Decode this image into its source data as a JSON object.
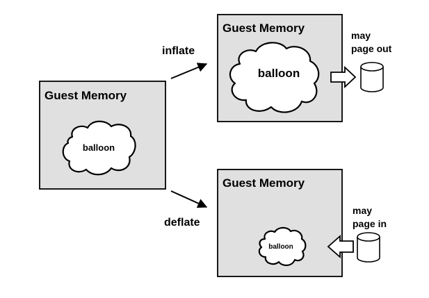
{
  "left_box": {
    "title": "Guest Memory",
    "balloon": "balloon"
  },
  "inflate": {
    "label": "inflate"
  },
  "deflate": {
    "label": "deflate"
  },
  "top_box": {
    "title": "Guest Memory",
    "balloon": "balloon",
    "note_line1": "may",
    "note_line2": "page out"
  },
  "bottom_box": {
    "title": "Guest Memory",
    "balloon": "balloon",
    "note_line1": "may",
    "note_line2": "page in"
  },
  "colors": {
    "box_fill": "#e0e0e0",
    "stroke": "#000000",
    "cloud_fill": "#ffffff"
  },
  "icons": [
    "disk-icon",
    "hollow-arrow-icon",
    "cloud-shape"
  ]
}
